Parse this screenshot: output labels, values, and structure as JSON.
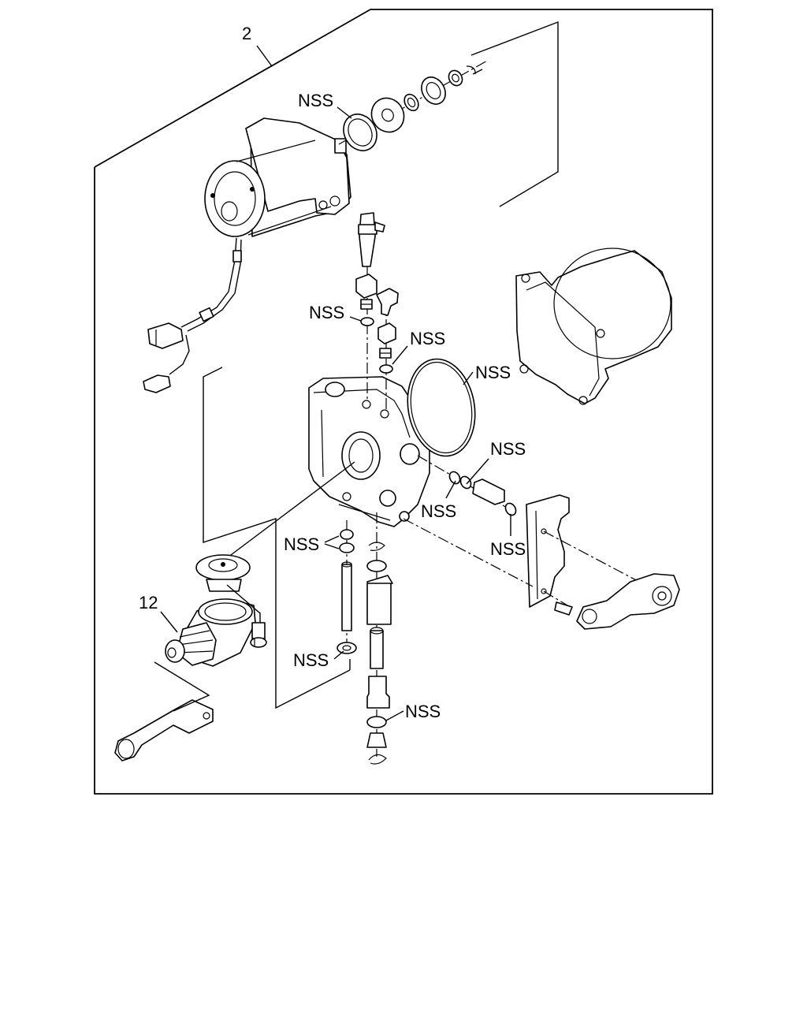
{
  "labels": {
    "item_2": "2",
    "item_12": "12",
    "nss": "NSS"
  }
}
